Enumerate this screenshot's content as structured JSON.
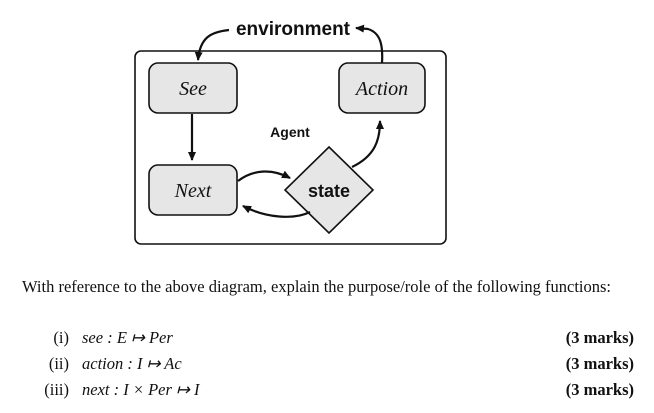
{
  "diagram": {
    "environment_label": "environment",
    "agent_label": "Agent",
    "see_label": "See",
    "action_label": "Action",
    "next_label": "Next",
    "state_label": "state"
  },
  "question": {
    "text": "With reference to the above diagram, explain the purpose/role of the following functions:",
    "items": [
      {
        "number": "(i)",
        "formula": "see : E ↦ Per",
        "marks": "(3 marks)"
      },
      {
        "number": "(ii)",
        "formula": "action : I ↦ Ac",
        "marks": "(3 marks)"
      },
      {
        "number": "(iii)",
        "formula": "next : I × Per ↦ I",
        "marks": "(3 marks)"
      }
    ]
  }
}
